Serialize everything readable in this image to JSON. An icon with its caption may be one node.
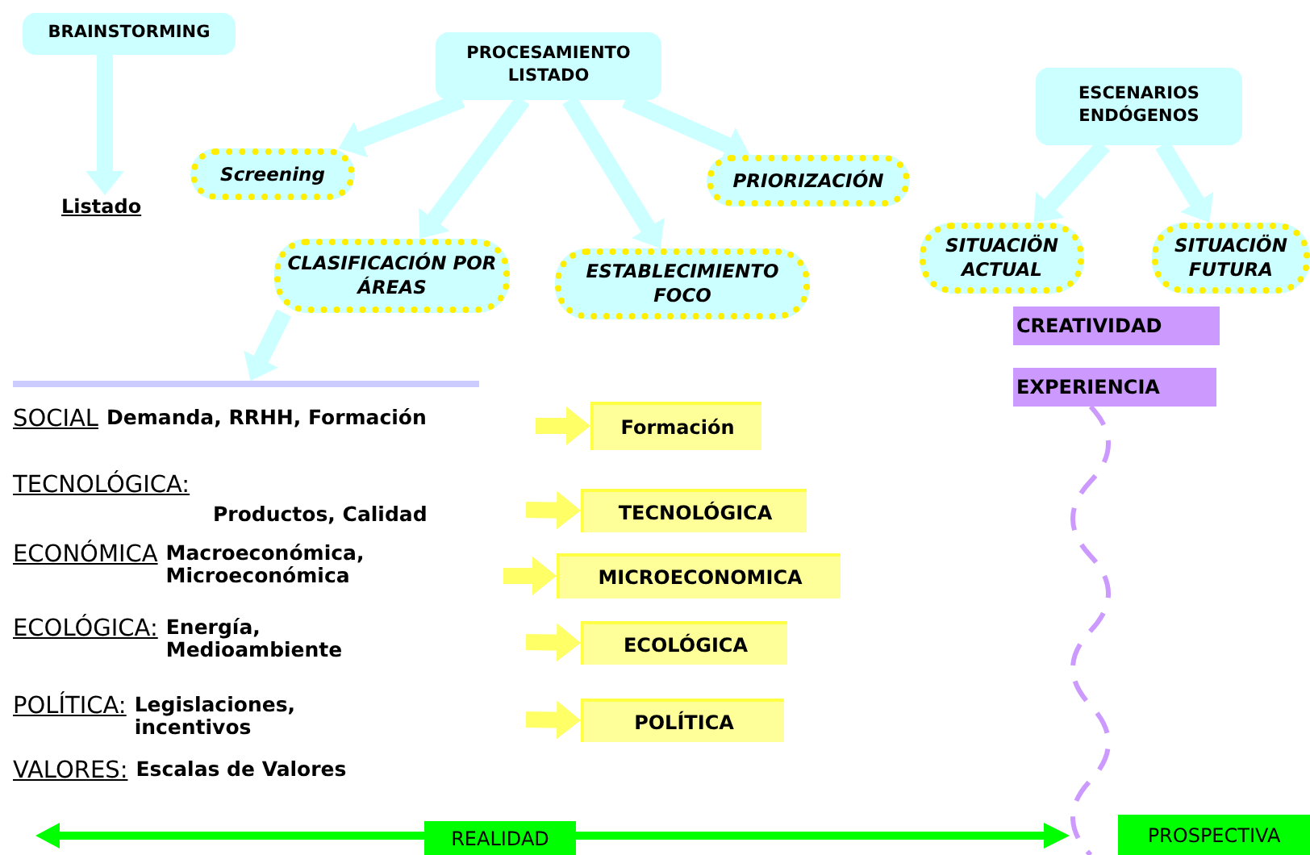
{
  "diagram": {
    "nodes": [
      {
        "text": [
          "BRAINSTORMING"
        ]
      },
      {
        "text": [
          "Listado"
        ]
      },
      {
        "text": [
          "PROCESAMIENTO LISTADO"
        ]
      },
      {
        "text": [
          "Screening"
        ]
      },
      {
        "text": [
          "PRIORIZACIÓN"
        ]
      },
      {
        "text": [
          "CLASIFICACIÓN POR ÁREAS"
        ]
      },
      {
        "text": [
          "ESTABLECIMIENTO FOCO"
        ]
      },
      {
        "text": [
          "ESCENARIOS ENDÓGENOS"
        ]
      },
      {
        "text": [
          "SITUACIÖN ACTUAL"
        ]
      },
      {
        "text": [
          "SITUACIÖN FUTURA"
        ]
      },
      {
        "text": [
          "CREATIVIDAD"
        ]
      },
      {
        "text": [
          "EXPERIENCIA"
        ]
      },
      {
        "text": [
          "SOCIAL",
          "Demanda, RRHH, Formación"
        ]
      },
      {
        "text": [
          "Formación"
        ]
      },
      {
        "text": [
          "TECNOLÓGICA:",
          "Productos, Calidad"
        ]
      },
      {
        "text": [
          "TECNOLÓGICA"
        ]
      },
      {
        "text": [
          "ECONÓMICA",
          "Macroeconómica, Microeconómica"
        ]
      },
      {
        "text": [
          "MICROECONOMICA"
        ]
      },
      {
        "text": [
          "ECOLÓGICA:",
          "Energía, Medioambiente"
        ]
      },
      {
        "text": [
          "ECOLÓGICA"
        ]
      },
      {
        "text": [
          "POLÍTICA:",
          "Legislaciones, incentivos"
        ]
      },
      {
        "text": [
          "POLÍTICA"
        ]
      },
      {
        "text": [
          "VALORES:",
          "Escalas de Valores"
        ]
      },
      {
        "text": [
          "REALIDAD"
        ]
      },
      {
        "text": [
          "PROSPECTIVA"
        ]
      },
      {
        "text": [],
        "shape": "bar"
      }
    ],
    "edges": [
      {
        "from": 0,
        "to": 1,
        "arrow": "to"
      },
      {
        "from": 2,
        "to": 3,
        "arrow": "to"
      },
      {
        "from": 2,
        "to": 5,
        "arrow": "to"
      },
      {
        "from": 2,
        "to": 6,
        "arrow": "to"
      },
      {
        "from": 2,
        "to": 4,
        "arrow": "to"
      },
      {
        "from": 7,
        "to": 8,
        "arrow": "to"
      },
      {
        "from": 7,
        "to": 9,
        "arrow": "to"
      },
      {
        "from": 5,
        "to": 25,
        "arrow": "to"
      },
      {
        "from": null,
        "to": 13,
        "arrow": "to",
        "color": "#ffff66"
      },
      {
        "from": null,
        "to": 15,
        "arrow": "to",
        "color": "#ffff66"
      },
      {
        "from": null,
        "to": 17,
        "arrow": "to",
        "color": "#ffff66"
      },
      {
        "from": null,
        "to": 19,
        "arrow": "to",
        "color": "#ffff66"
      },
      {
        "from": null,
        "to": 21,
        "arrow": "to",
        "color": "#ffff66"
      },
      {
        "from": 11,
        "to": null,
        "arrow": "none",
        "style": "dashed",
        "color": "#cc99ff"
      }
    ]
  }
}
